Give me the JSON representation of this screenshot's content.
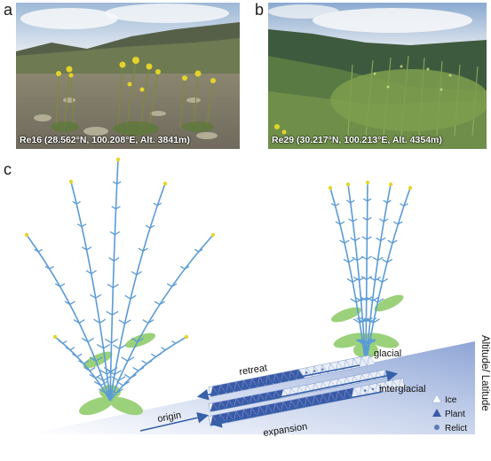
{
  "panels": {
    "a": {
      "label": "a",
      "caption": "Re16 (28.562°N, 100.208°E, Alt. 3841m)"
    },
    "b": {
      "label": "b",
      "caption": "Re29 (30.217°N, 100.213°E, Alt. 4354m)"
    },
    "c": {
      "label": "c",
      "axis_label": "Altitude/ Latitude",
      "arrows": {
        "retreat": "retreat",
        "glacial": "glacial",
        "interglacial": "interglacial",
        "origin": "origin",
        "expansion": "expansion"
      },
      "legend": [
        {
          "label": "Ice",
          "symbol": "triangle",
          "color": "#ffffff"
        },
        {
          "label": "Plant",
          "symbol": "triangle",
          "color": "#3a5aa8"
        },
        {
          "label": "Relict",
          "symbol": "circle",
          "color": "#5a7bb8"
        }
      ]
    }
  },
  "colors": {
    "stem": "#5b9bd5",
    "leaf": "#9bd17a",
    "flower": "#e6d628",
    "wedge_light": "#ffffff",
    "wedge_dark": "#9fb2dc",
    "arrow": "#3660a8"
  }
}
